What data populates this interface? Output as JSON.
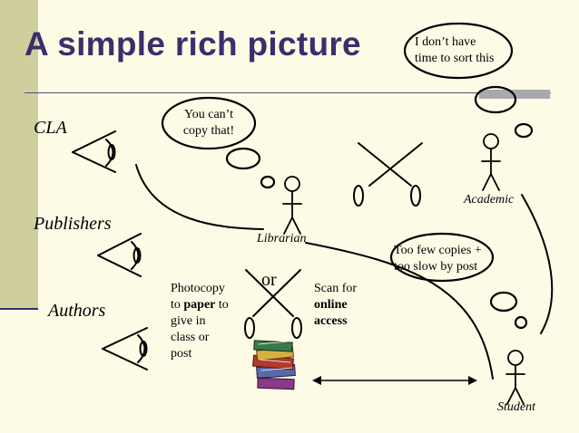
{
  "title": "A simple rich picture",
  "actors": {
    "cla": "CLA",
    "publishers": "Publishers",
    "authors": "Authors",
    "librarian": "Librarian",
    "academic": "Academic",
    "student": "Student"
  },
  "bubbles": {
    "academic_thought_line1": "I don’t have",
    "academic_thought_line2": "time to sort this",
    "librarian_thought_line1": "You can’t",
    "librarian_thought_line2": "copy that!",
    "student_thought_line1": "Too few copies +",
    "student_thought_line2": "too slow by post"
  },
  "options": {
    "or_label": "or",
    "photocopy_line1": "Photocopy",
    "photocopy_line2_pre": "to ",
    "photocopy_line2_bold": "paper",
    "photocopy_line2_post": " to",
    "photocopy_line3": "give in",
    "photocopy_line4": "class or",
    "photocopy_line5": "post",
    "scan_line1": "Scan for",
    "scan_line2": "online",
    "scan_line3": "access"
  },
  "icons": [
    "eye-icon",
    "stick-figure-icon",
    "scissors-icon",
    "books-icon",
    "double-arrow-icon"
  ],
  "colors": {
    "title": "#3d2d6c",
    "sidebar": "#cfcf9e",
    "background": "#fdfbe6",
    "divider_bar": "#a9a9ad"
  }
}
